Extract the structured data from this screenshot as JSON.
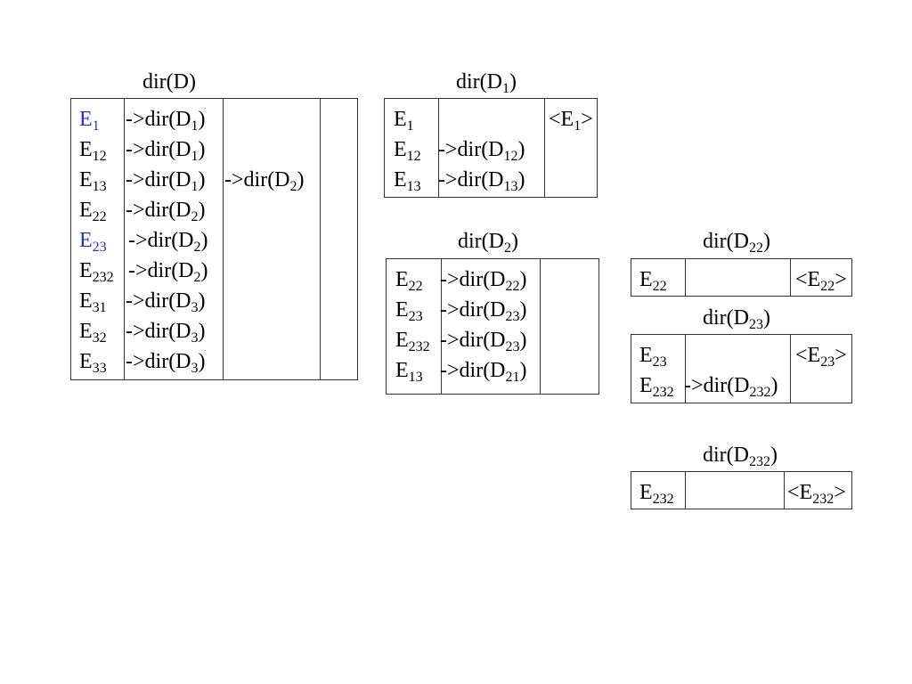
{
  "colors": {
    "highlight": "#2b2bd0",
    "line": "#333333"
  },
  "dirD": {
    "title": {
      "base": "dir(D)",
      "sub": "",
      "tail": ""
    },
    "rows": [
      {
        "e_base": "E",
        "e_sub": "1",
        "p_base": "->dir(D",
        "p_sub": "1",
        "p_tail": ")",
        "highlight": true
      },
      {
        "e_base": "E",
        "e_sub": "12",
        "p_base": "->dir(D",
        "p_sub": "1",
        "p_tail": ")"
      },
      {
        "e_base": "E",
        "e_sub": "13",
        "p_base": "->dir(D",
        "p_sub": "1",
        "p_tail": ")",
        "x_base": "->dir(D",
        "x_sub": "2",
        "x_tail": ")"
      },
      {
        "e_base": "E",
        "e_sub": "22",
        "p_base": "->dir(D",
        "p_sub": "2",
        "p_tail": ")"
      },
      {
        "e_base": "E",
        "e_sub": "23",
        "p_base": "->dir(D",
        "p_sub": "2",
        "p_tail": ")",
        "highlight": true
      },
      {
        "e_base": "E",
        "e_sub": "232",
        "p_base": "->dir(D",
        "p_sub": "2",
        "p_tail": ")"
      },
      {
        "e_base": "E",
        "e_sub": "31",
        "p_base": "->dir(D",
        "p_sub": "3",
        "p_tail": ")"
      },
      {
        "e_base": "E",
        "e_sub": "32",
        "p_base": "->dir(D",
        "p_sub": "3",
        "p_tail": ")"
      },
      {
        "e_base": "E",
        "e_sub": "33",
        "p_base": "->dir(D",
        "p_sub": "3",
        "p_tail": ")"
      }
    ]
  },
  "dirD1": {
    "title": {
      "base": "dir(D",
      "sub": "1",
      "tail": ")"
    },
    "rows": [
      {
        "e_base": "E",
        "e_sub": "1",
        "x_base": "<E",
        "x_sub": "1",
        "x_tail": ">"
      },
      {
        "e_base": "E",
        "e_sub": "12",
        "p_base": "->dir(D",
        "p_sub": "12",
        "p_tail": ")"
      },
      {
        "e_base": "E",
        "e_sub": "13",
        "p_base": "->dir(D",
        "p_sub": "13",
        "p_tail": ")"
      }
    ]
  },
  "dirD2": {
    "title": {
      "base": "dir(D",
      "sub": "2",
      "tail": ")"
    },
    "rows": [
      {
        "e_base": "E",
        "e_sub": "22",
        "p_base": "->dir(D",
        "p_sub": "22",
        "p_tail": ")"
      },
      {
        "e_base": "E",
        "e_sub": "23",
        "p_base": "->dir(D",
        "p_sub": "23",
        "p_tail": ")"
      },
      {
        "e_base": "E",
        "e_sub": "232",
        "p_base": "->dir(D",
        "p_sub": "23",
        "p_tail": ")"
      },
      {
        "e_base": "E",
        "e_sub": "13",
        "p_base": "->dir(D",
        "p_sub": "21",
        "p_tail": ")"
      }
    ]
  },
  "dirD22": {
    "title": {
      "base": "dir(D",
      "sub": "22",
      "tail": ")"
    },
    "rows": [
      {
        "e_base": "E",
        "e_sub": "22",
        "x_base": "<E",
        "x_sub": "22",
        "x_tail": ">"
      }
    ]
  },
  "dirD23": {
    "title": {
      "base": "dir(D",
      "sub": "23",
      "tail": ")"
    },
    "rows": [
      {
        "e_base": "E",
        "e_sub": "23",
        "x_base": "<E",
        "x_sub": "23",
        "x_tail": ">"
      },
      {
        "e_base": "E",
        "e_sub": "232",
        "p_base": "->dir(D",
        "p_sub": "232",
        "p_tail": ")"
      }
    ]
  },
  "dirD232": {
    "title": {
      "base": "dir(D",
      "sub": "232",
      "tail": ")"
    },
    "rows": [
      {
        "e_base": "E",
        "e_sub": "232",
        "x_base": "<E",
        "x_sub": "232",
        "x_tail": ">"
      }
    ]
  }
}
